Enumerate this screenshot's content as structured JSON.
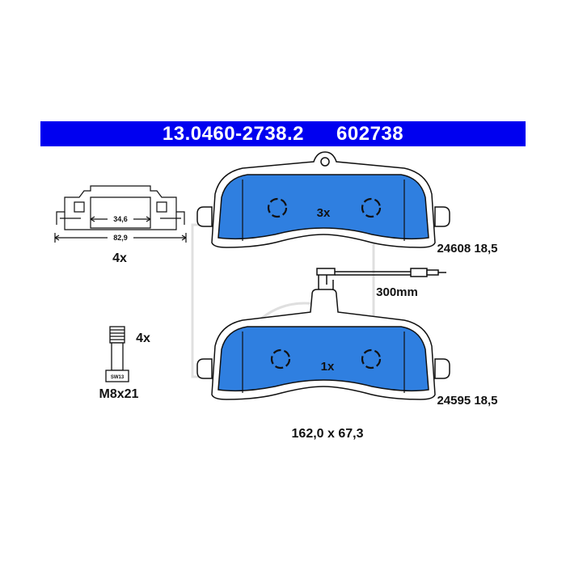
{
  "header": {
    "part_number": "13.0460-2738.2",
    "ref_number": "602738"
  },
  "clip": {
    "inner_width": "34,6",
    "outer_width": "82,9",
    "quantity": "4x"
  },
  "bolt": {
    "quantity": "4x",
    "size": "M8x21",
    "head_marking": "SW13"
  },
  "pad_top": {
    "quantity": "3x",
    "code": "24608 18,5"
  },
  "pad_bottom": {
    "quantity": "1x",
    "code": "24595 18,5"
  },
  "sensor": {
    "length": "300mm"
  },
  "dimensions": "162,0 x 67,3",
  "colors": {
    "header_blue": "#0000f0",
    "pad_blue": "#2f7fe0",
    "outline": "#111111"
  }
}
